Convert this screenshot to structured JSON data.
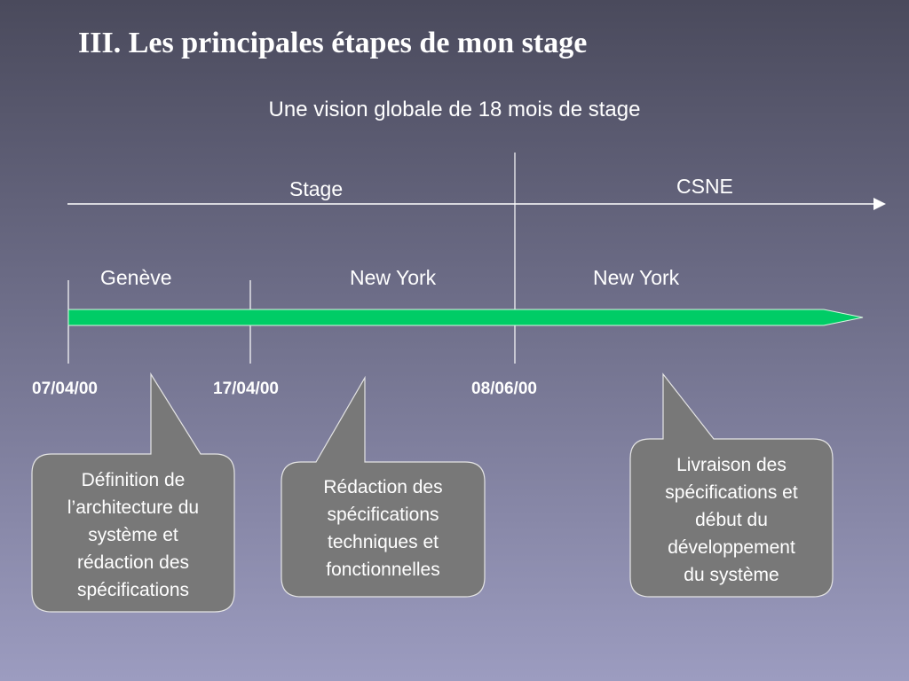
{
  "slide": {
    "title": "III. Les principales étapes de mon stage",
    "subtitle": "Une vision globale de 18 mois de stage"
  },
  "phases": {
    "stage": "Stage",
    "csne": "CSNE"
  },
  "locations": {
    "geneve": "Genève",
    "new_york_1": "New York",
    "new_york_2": "New York"
  },
  "dates": {
    "d1": "07/04/00",
    "d2": "17/04/00",
    "d3": "08/06/00"
  },
  "callouts": {
    "c1": "Définition de\nl’architecture du\nsystème et\nrédaction des\nspécifications",
    "c2": "Rédaction des\nspécifications\ntechniques et\nfonctionnelles",
    "c3": "Livraison des\nspécifications et\ndébut du\ndéveloppement\ndu système"
  },
  "colors": {
    "timeline_bar": "#00cc66",
    "callout_fill": "#787878",
    "lines": "#ffffff"
  }
}
